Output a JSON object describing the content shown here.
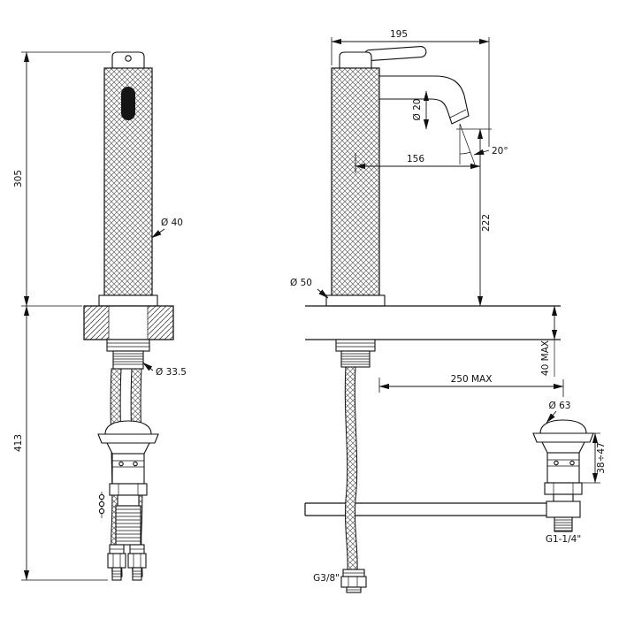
{
  "front_view": {
    "height_above_deck": "305",
    "height_below_total": "413",
    "body_diameter": "Ø 40",
    "shank_diameter": "Ø 33.5"
  },
  "side_view": {
    "spout_reach_overall": "195",
    "spout_tube_diameter": "Ø 20",
    "spout_reach_axis": "156",
    "stream_angle": "20°",
    "spout_height_above_deck": "222",
    "base_diameter": "Ø 50",
    "deck_thickness_max": "40 MAX",
    "drain_offset_max": "250 MAX",
    "hose_thread": "G3/8\""
  },
  "drain": {
    "flange_diameter": "Ø 63",
    "clamping_range": "38÷47",
    "outlet_thread": "G1-1/4\""
  }
}
